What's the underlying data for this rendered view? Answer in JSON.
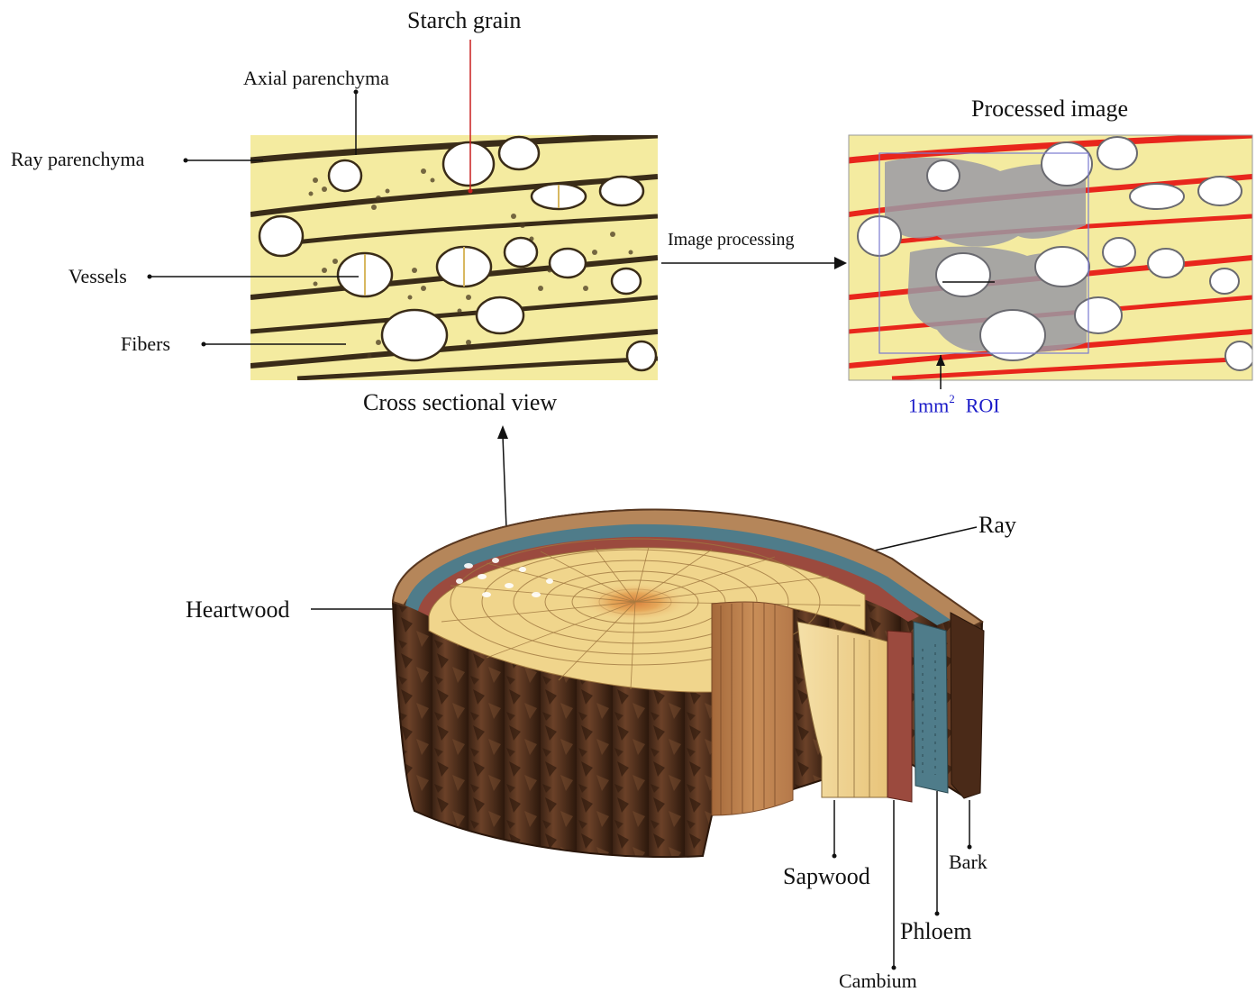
{
  "labels": {
    "starch_grain": "Starch grain",
    "axial_parenchyma": "Axial parenchyma",
    "ray_parenchyma": "Ray parenchyma",
    "vessels": "Vessels",
    "fibers": "Fibers",
    "cross_sectional_view": "Cross sectional view",
    "image_processing": "Image processing",
    "processed_image": "Processed image",
    "roi_prefix": "1mm",
    "roi_exponent": "2",
    "roi_suffix": "ROI",
    "ray": "Ray",
    "heartwood": "Heartwood",
    "sapwood": "Sapwood",
    "bark": "Bark",
    "phloem": "Phloem",
    "cambium": "Cambium"
  },
  "colors": {
    "micrograph_background": "#f4eba0",
    "ray_band": "#3a2c18",
    "vessel_fill": "#ffffff",
    "processed_highlight": "#e8261c",
    "roi_text": "#1a1ac8",
    "starch_pointer": "#c81e1e",
    "heartwood": "#f0d58c",
    "sapwood": "#c8965a",
    "cambium": "#9b4a3e",
    "phloem": "#4f7c8a",
    "bark": "#4a2a18"
  }
}
